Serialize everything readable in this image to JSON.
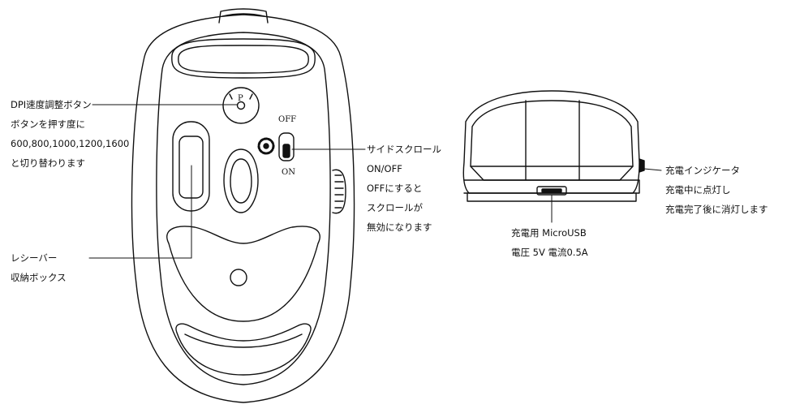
{
  "annotations": {
    "dpi": {
      "lines": [
        "DPI速度調整ボタン",
        "ボタンを押す度に",
        "600,800,1000,1200,1600",
        "と切り替わります"
      ]
    },
    "receiver": {
      "lines": [
        "レシーバー",
        "収納ボックス"
      ]
    },
    "side_scroll": {
      "lines": [
        "サイドスクロール",
        "ON/OFF",
        "OFFにすると",
        "スクロールが",
        "無効になります"
      ]
    },
    "indicator": {
      "lines": [
        "充電インジケータ",
        "充電中に点灯し",
        "充電完了後に消灯します"
      ]
    },
    "charging_port": {
      "lines": [
        "充電用 MicroUSB",
        "電圧 5V 電流0.5A"
      ]
    }
  },
  "switch": {
    "off": "OFF",
    "on": "ON"
  },
  "dpi_button_letter": "P",
  "colors": {
    "ink": "#111111",
    "background": "#ffffff"
  }
}
